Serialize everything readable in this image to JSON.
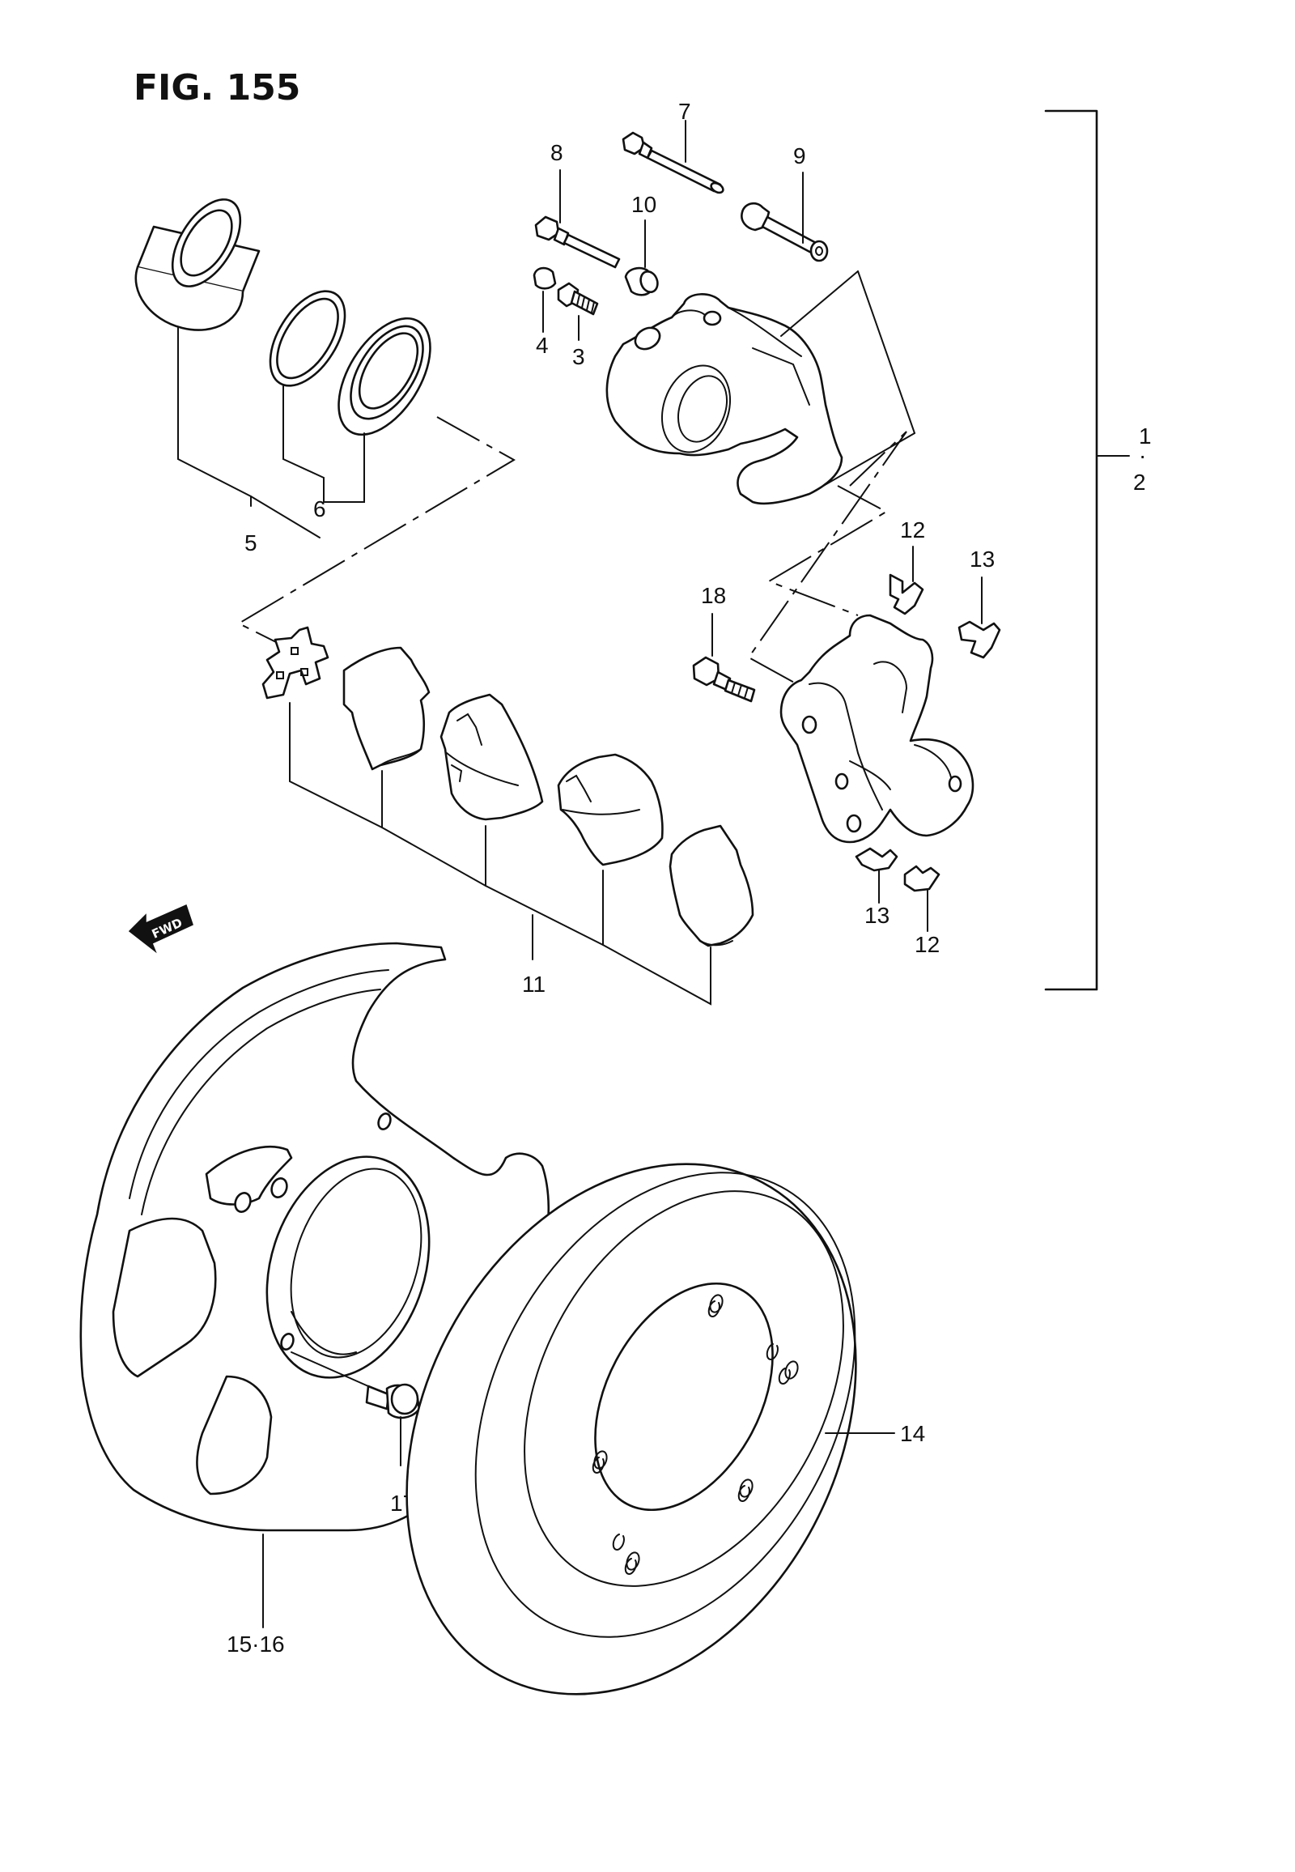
{
  "figure": {
    "title": "FIG. 155",
    "fwd_label": "FWD"
  },
  "callouts": {
    "c1_2": {
      "top": "1",
      "dot": "·",
      "bottom": "2"
    },
    "c3": "3",
    "c4": "4",
    "c5": "5",
    "c6": "6",
    "c7": "7",
    "c8": "8",
    "c9": "9",
    "c10": "10",
    "c11": "11",
    "c12a": "12",
    "c12b": "12",
    "c13a": "13",
    "c13b": "13",
    "c14": "14",
    "c15_16": "15·16",
    "c17": "17",
    "c18": "18"
  }
}
